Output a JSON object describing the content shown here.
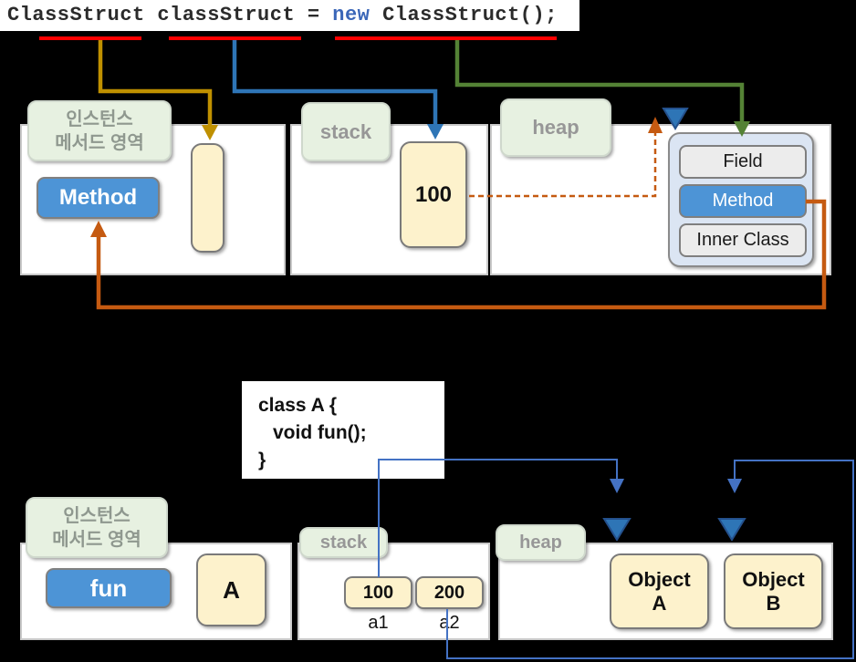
{
  "top_diagram": {
    "code": {
      "before": "ClassStruct classStruct = ",
      "keyword": "new",
      "after": " ClassStruct();"
    },
    "instance_area_label": {
      "line1": "인스턴스",
      "line2": "메서드 영역"
    },
    "method_box": "Method",
    "stack_label": "stack",
    "stack_value": "100",
    "heap_label": "heap",
    "class_object": {
      "field": "Field",
      "method": "Method",
      "inner_class": "Inner Class"
    }
  },
  "bottom_diagram": {
    "code_lines": [
      "class A {",
      "void fun();",
      "}"
    ],
    "instance_area_label": {
      "line1": "인스턴스",
      "line2": "메서드 영역"
    },
    "fun_box": "fun",
    "class_box": "A",
    "stack_label": "stack",
    "stack_values": [
      "100",
      "200"
    ],
    "var_labels": [
      "a1",
      "a2"
    ],
    "heap_label": "heap",
    "objects": [
      {
        "line1": "Object",
        "line2": "A"
      },
      {
        "line1": "Object",
        "line2": "B"
      }
    ]
  },
  "colors": {
    "background": "#000000",
    "red_underline": "#ff0000",
    "gold_arrow": "#bf9000",
    "blue_arrow": "#2e75b6",
    "green_arrow": "#548235",
    "orange_arrow": "#c55a11",
    "connector_blue": "#4472c4",
    "keyword_blue": "#3a66b8",
    "box_blue": "#4d94d6",
    "box_tan": "#fdf2cc",
    "label_green": "#e7f1e1",
    "object_container_blue": "#dbe5f3"
  }
}
